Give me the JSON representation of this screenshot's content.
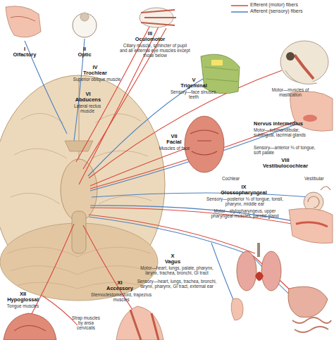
{
  "diagram": {
    "labels": [
      "I",
      "Olfactory",
      "II",
      "Optic",
      "III",
      "Oculomotor",
      "Ciliary muscle, sphincter of pupil and all external eye muscles except those below",
      "IV",
      "Trochlear",
      "Superior oblique muscle",
      "VI",
      "Abducens",
      "Lateral rectus muscle",
      "V",
      "Trigeminal",
      "Sensory—face sinuses, teeth",
      "Motor—muscles of mastication",
      "VII",
      "Facial",
      "Muscles of face",
      "Nervus intermedius",
      "Motor—submandibular, sublingual, lacrimal glands",
      "Sensory—anterior ⅔ of tongue, soft palate",
      "VIII",
      "Vestibulocochlear",
      "Cochlear",
      "Vestibular",
      "IX",
      "Glossopharyngeal",
      "Sensory—posterior ⅓ of tongue, tonsil, pharynx, middle ear",
      "Motor—stylopharyngeus, upper pharyngeal muscles, parotid gland",
      "X",
      "Vagus",
      "Motor—heart, lungs, palate, pharynx, larynx, trachea, bronchi, GI tract",
      "Sensory—heart, lungs, trachea, bronchi, larynx, pharynx, GI tract, external ear",
      "XII",
      "Hypoglossal",
      "Tongue muscles",
      "Strap muscles by ansa cervicalis",
      "XI",
      "Accessory",
      "Sternocleidomastoid, trapezius muscles"
    ],
    "legend": [
      {
        "text": "Efferent (motor) fibers"
      },
      {
        "text": "Afferent (sensory) fibers"
      }
    ]
  }
}
